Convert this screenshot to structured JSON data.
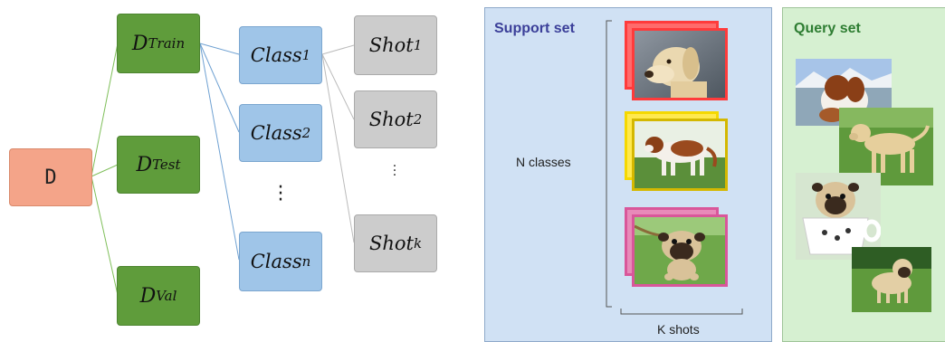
{
  "tree": {
    "root": "D",
    "splits": [
      {
        "base": "D",
        "sub": "Train"
      },
      {
        "base": "D",
        "sub": "Test"
      },
      {
        "base": "D",
        "sub": "Val"
      }
    ],
    "classes": [
      {
        "base": "Class",
        "sub": "1"
      },
      {
        "base": "Class",
        "sub": "2"
      },
      {
        "base": "Class",
        "sub": "n"
      }
    ],
    "shots": [
      {
        "base": "Shot",
        "sub": "1"
      },
      {
        "base": "Shot",
        "sub": "2"
      },
      {
        "base": "Shot",
        "sub": "k"
      }
    ],
    "colors": {
      "root": "#f4a489",
      "split": "#5f9c3b",
      "class": "#9fc5e8",
      "shot": "#cccccc",
      "edge_green": "#7fbf5a",
      "edge_blue": "#6fa1d2",
      "edge_gray": "#bbbbbb"
    }
  },
  "fewshot": {
    "support_title": "Support set",
    "query_title": "Query set",
    "n_classes_label": "N classes",
    "k_shots_label": "K shots",
    "colors": {
      "support_bg": "#d0e1f4",
      "query_bg": "#d6f0d1",
      "support_title": "#3b3f99",
      "query_title": "#2e7d32",
      "card_red": "#ff3b3b",
      "card_yellow": "#f5d800",
      "card_pink": "#d9569a"
    },
    "support_images": [
      "labrador-photo",
      "saint-bernard-photo",
      "pug-photo"
    ],
    "query_images": [
      "saint-bernard-photo",
      "labrador-photo",
      "pug-in-cup-photo",
      "pug-photo"
    ]
  }
}
